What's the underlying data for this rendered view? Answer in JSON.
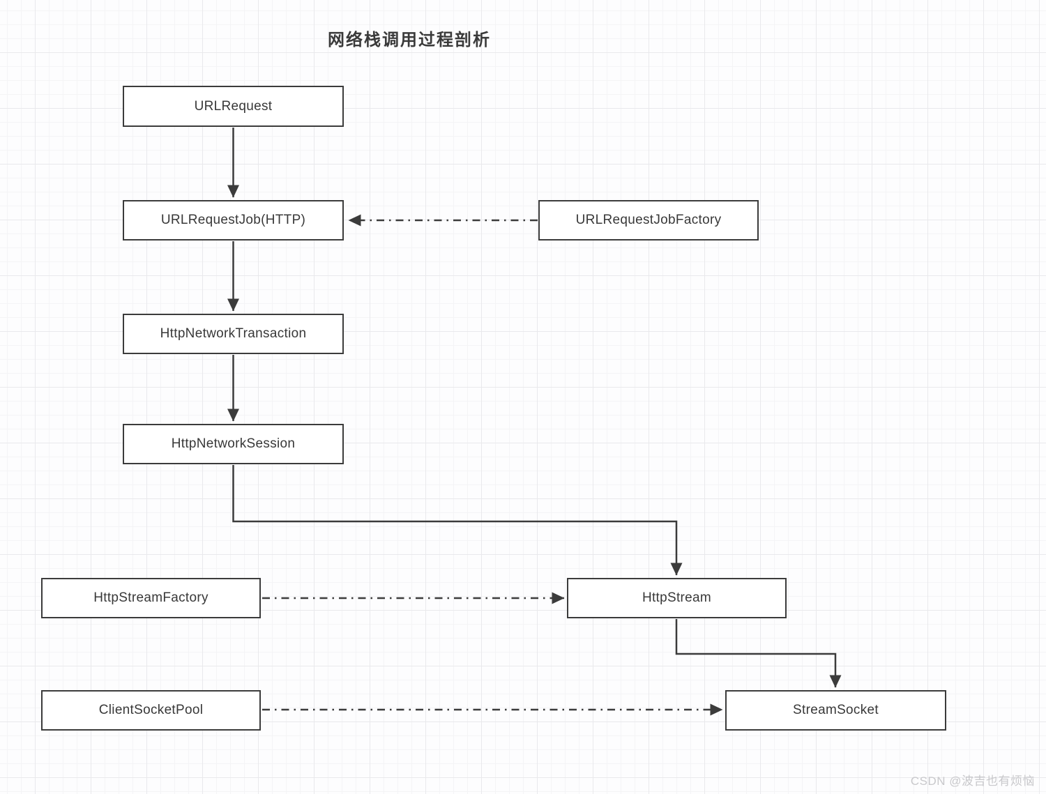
{
  "title": "网络栈调用过程剖析",
  "watermark": "CSDN @波吉也有烦恼",
  "diagram": {
    "nodes": {
      "urlRequest": {
        "label": "URLRequest"
      },
      "urlRequestJob": {
        "label": "URLRequestJob(HTTP)"
      },
      "urlRequestJobFactory": {
        "label": "URLRequestJobFactory"
      },
      "httpNetworkTransaction": {
        "label": "HttpNetworkTransaction"
      },
      "httpNetworkSession": {
        "label": "HttpNetworkSession"
      },
      "httpStreamFactory": {
        "label": "HttpStreamFactory"
      },
      "httpStream": {
        "label": "HttpStream"
      },
      "clientSocketPool": {
        "label": "ClientSocketPool"
      },
      "streamSocket": {
        "label": "StreamSocket"
      }
    },
    "edges": [
      {
        "from": "URLRequest",
        "to": "URLRequestJob(HTTP)",
        "style": "solid"
      },
      {
        "from": "URLRequestJobFactory",
        "to": "URLRequestJob(HTTP)",
        "style": "dash-dot"
      },
      {
        "from": "URLRequestJob(HTTP)",
        "to": "HttpNetworkTransaction",
        "style": "solid"
      },
      {
        "from": "HttpNetworkTransaction",
        "to": "HttpNetworkSession",
        "style": "solid"
      },
      {
        "from": "HttpNetworkSession",
        "to": "HttpStream",
        "style": "solid"
      },
      {
        "from": "HttpStreamFactory",
        "to": "HttpStream",
        "style": "dash-dot"
      },
      {
        "from": "HttpStream",
        "to": "StreamSocket",
        "style": "solid"
      },
      {
        "from": "ClientSocketPool",
        "to": "StreamSocket",
        "style": "dash-dot"
      }
    ],
    "colors": {
      "stroke": "#3b3b3b",
      "node_background": "#ffffff",
      "grid_minor": "#f4f4f6",
      "grid_major": "#e9e9ec",
      "watermark": "#c8c8cb"
    }
  }
}
